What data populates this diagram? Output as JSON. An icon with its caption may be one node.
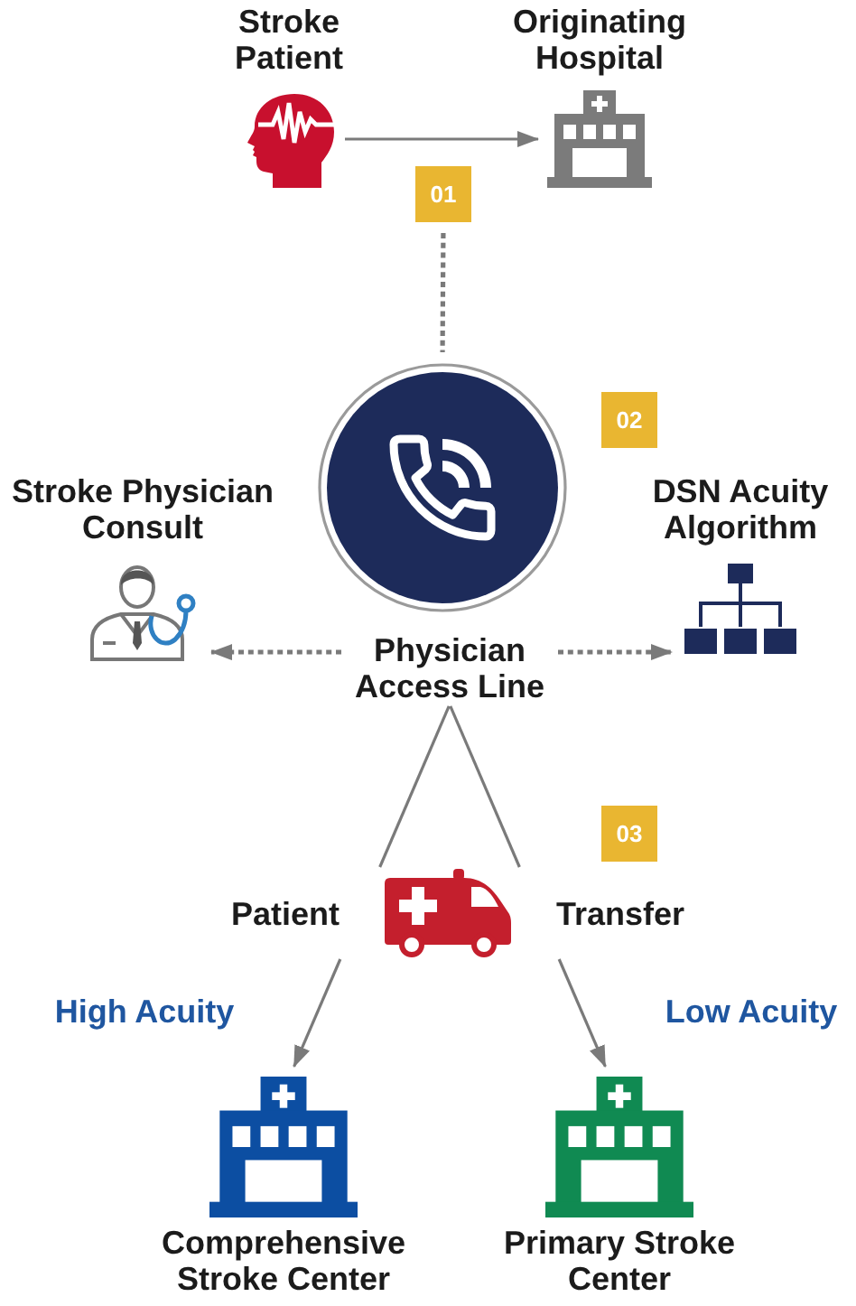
{
  "diagram": {
    "nodes": [
      {
        "text": [
          "Stroke Patient"
        ]
      },
      {
        "text": [
          "Originating Hospital"
        ]
      },
      {
        "text": [
          "01"
        ]
      },
      {
        "text": [],
        "shape": "circle"
      },
      {
        "text": [
          "02"
        ]
      },
      {
        "text": [
          "Stroke Physician Consult"
        ]
      },
      {
        "text": [
          "DSN Acuity Algorithm"
        ]
      },
      {
        "text": [
          "Physician Access Line"
        ]
      },
      {
        "text": [
          "03"
        ]
      },
      {
        "text": [
          "Patient",
          "Transfer"
        ]
      },
      {
        "text": [
          "Comprehensive Stroke Center"
        ]
      },
      {
        "text": [
          "Primary Stroke Center"
        ]
      }
    ],
    "edges": [
      {
        "from": 0,
        "to": 1,
        "arrow": "to"
      },
      {
        "from": 2,
        "to": 3,
        "arrow": "none",
        "style": "dashed"
      },
      {
        "from": 7,
        "to": 5,
        "arrow": "to",
        "style": "dashed"
      },
      {
        "from": 7,
        "to": 6,
        "arrow": "to",
        "style": "dashed"
      },
      {
        "from": 7,
        "to": 9,
        "arrow": "none"
      },
      {
        "from": 7,
        "to": 9,
        "arrow": "none"
      },
      {
        "from": 9,
        "to": 10,
        "arrow": "to",
        "label": "High Acuity"
      },
      {
        "from": 9,
        "to": 11,
        "arrow": "to",
        "label": "Low Acuity"
      }
    ]
  }
}
